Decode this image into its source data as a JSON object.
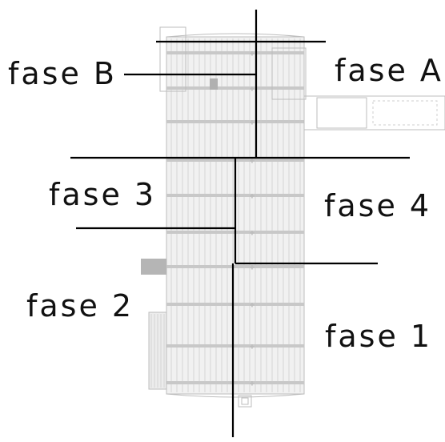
{
  "phase_labels": {
    "fase_b": "fase B",
    "fase_a": "fase A",
    "fase_3": "fase 3",
    "fase_4": "fase 4",
    "fase_2": "fase 2",
    "fase_1": "fase 1"
  },
  "colors": {
    "divider_line": "#000000",
    "plan_drawing": "#bdbdbd",
    "label_text": "#111111"
  }
}
